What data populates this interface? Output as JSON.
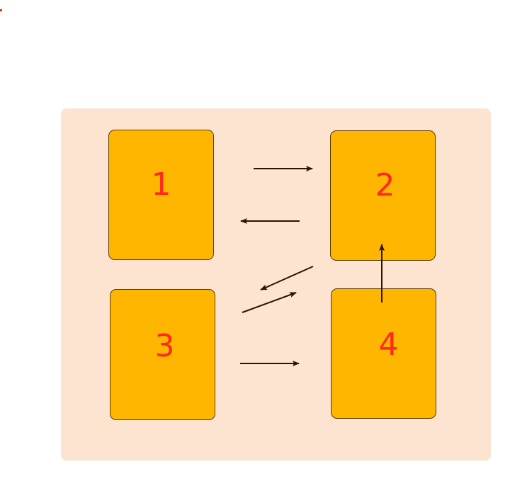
{
  "boxes": [
    {
      "id": "1",
      "label": "1"
    },
    {
      "id": "2",
      "label": "2"
    },
    {
      "id": "3",
      "label": "3"
    },
    {
      "id": "4",
      "label": "4"
    }
  ],
  "colors": {
    "panel": "#fde4d0",
    "box_fill": "#ffb600",
    "box_border": "#5a3a00",
    "label": "#ff2a1a",
    "arrow": "#2b1500"
  },
  "arrows": [
    {
      "from": "1",
      "to": "2"
    },
    {
      "from": "2",
      "to": "1"
    },
    {
      "from": "2",
      "to": "3"
    },
    {
      "from": "3",
      "to": "2"
    },
    {
      "from": "3",
      "to": "4"
    },
    {
      "from": "4",
      "to": "2"
    }
  ]
}
